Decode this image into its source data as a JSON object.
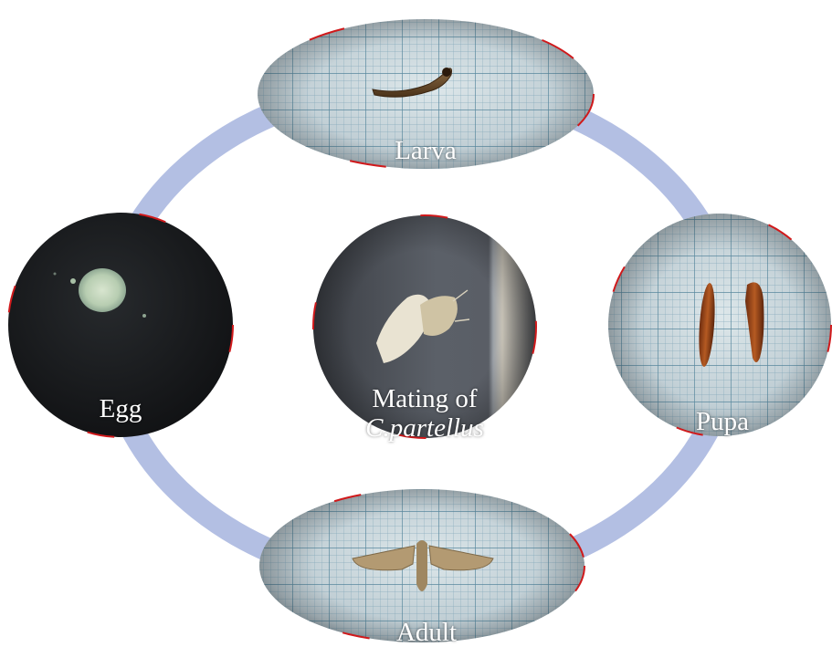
{
  "stages": {
    "larva": "Larva",
    "pupa": "Pupa",
    "adult": "Adult",
    "egg": "Egg",
    "center_line1": "Mating of",
    "center_line2": "C.partellus"
  },
  "colors": {
    "cycle_ring": "#b3bfe3",
    "frame_accent": "#d0191b",
    "grid_paper": "#c8d6dc",
    "grid_line": "#5f90a6",
    "egg_background": "#1b1d1f",
    "center_background": "#4b5057"
  }
}
